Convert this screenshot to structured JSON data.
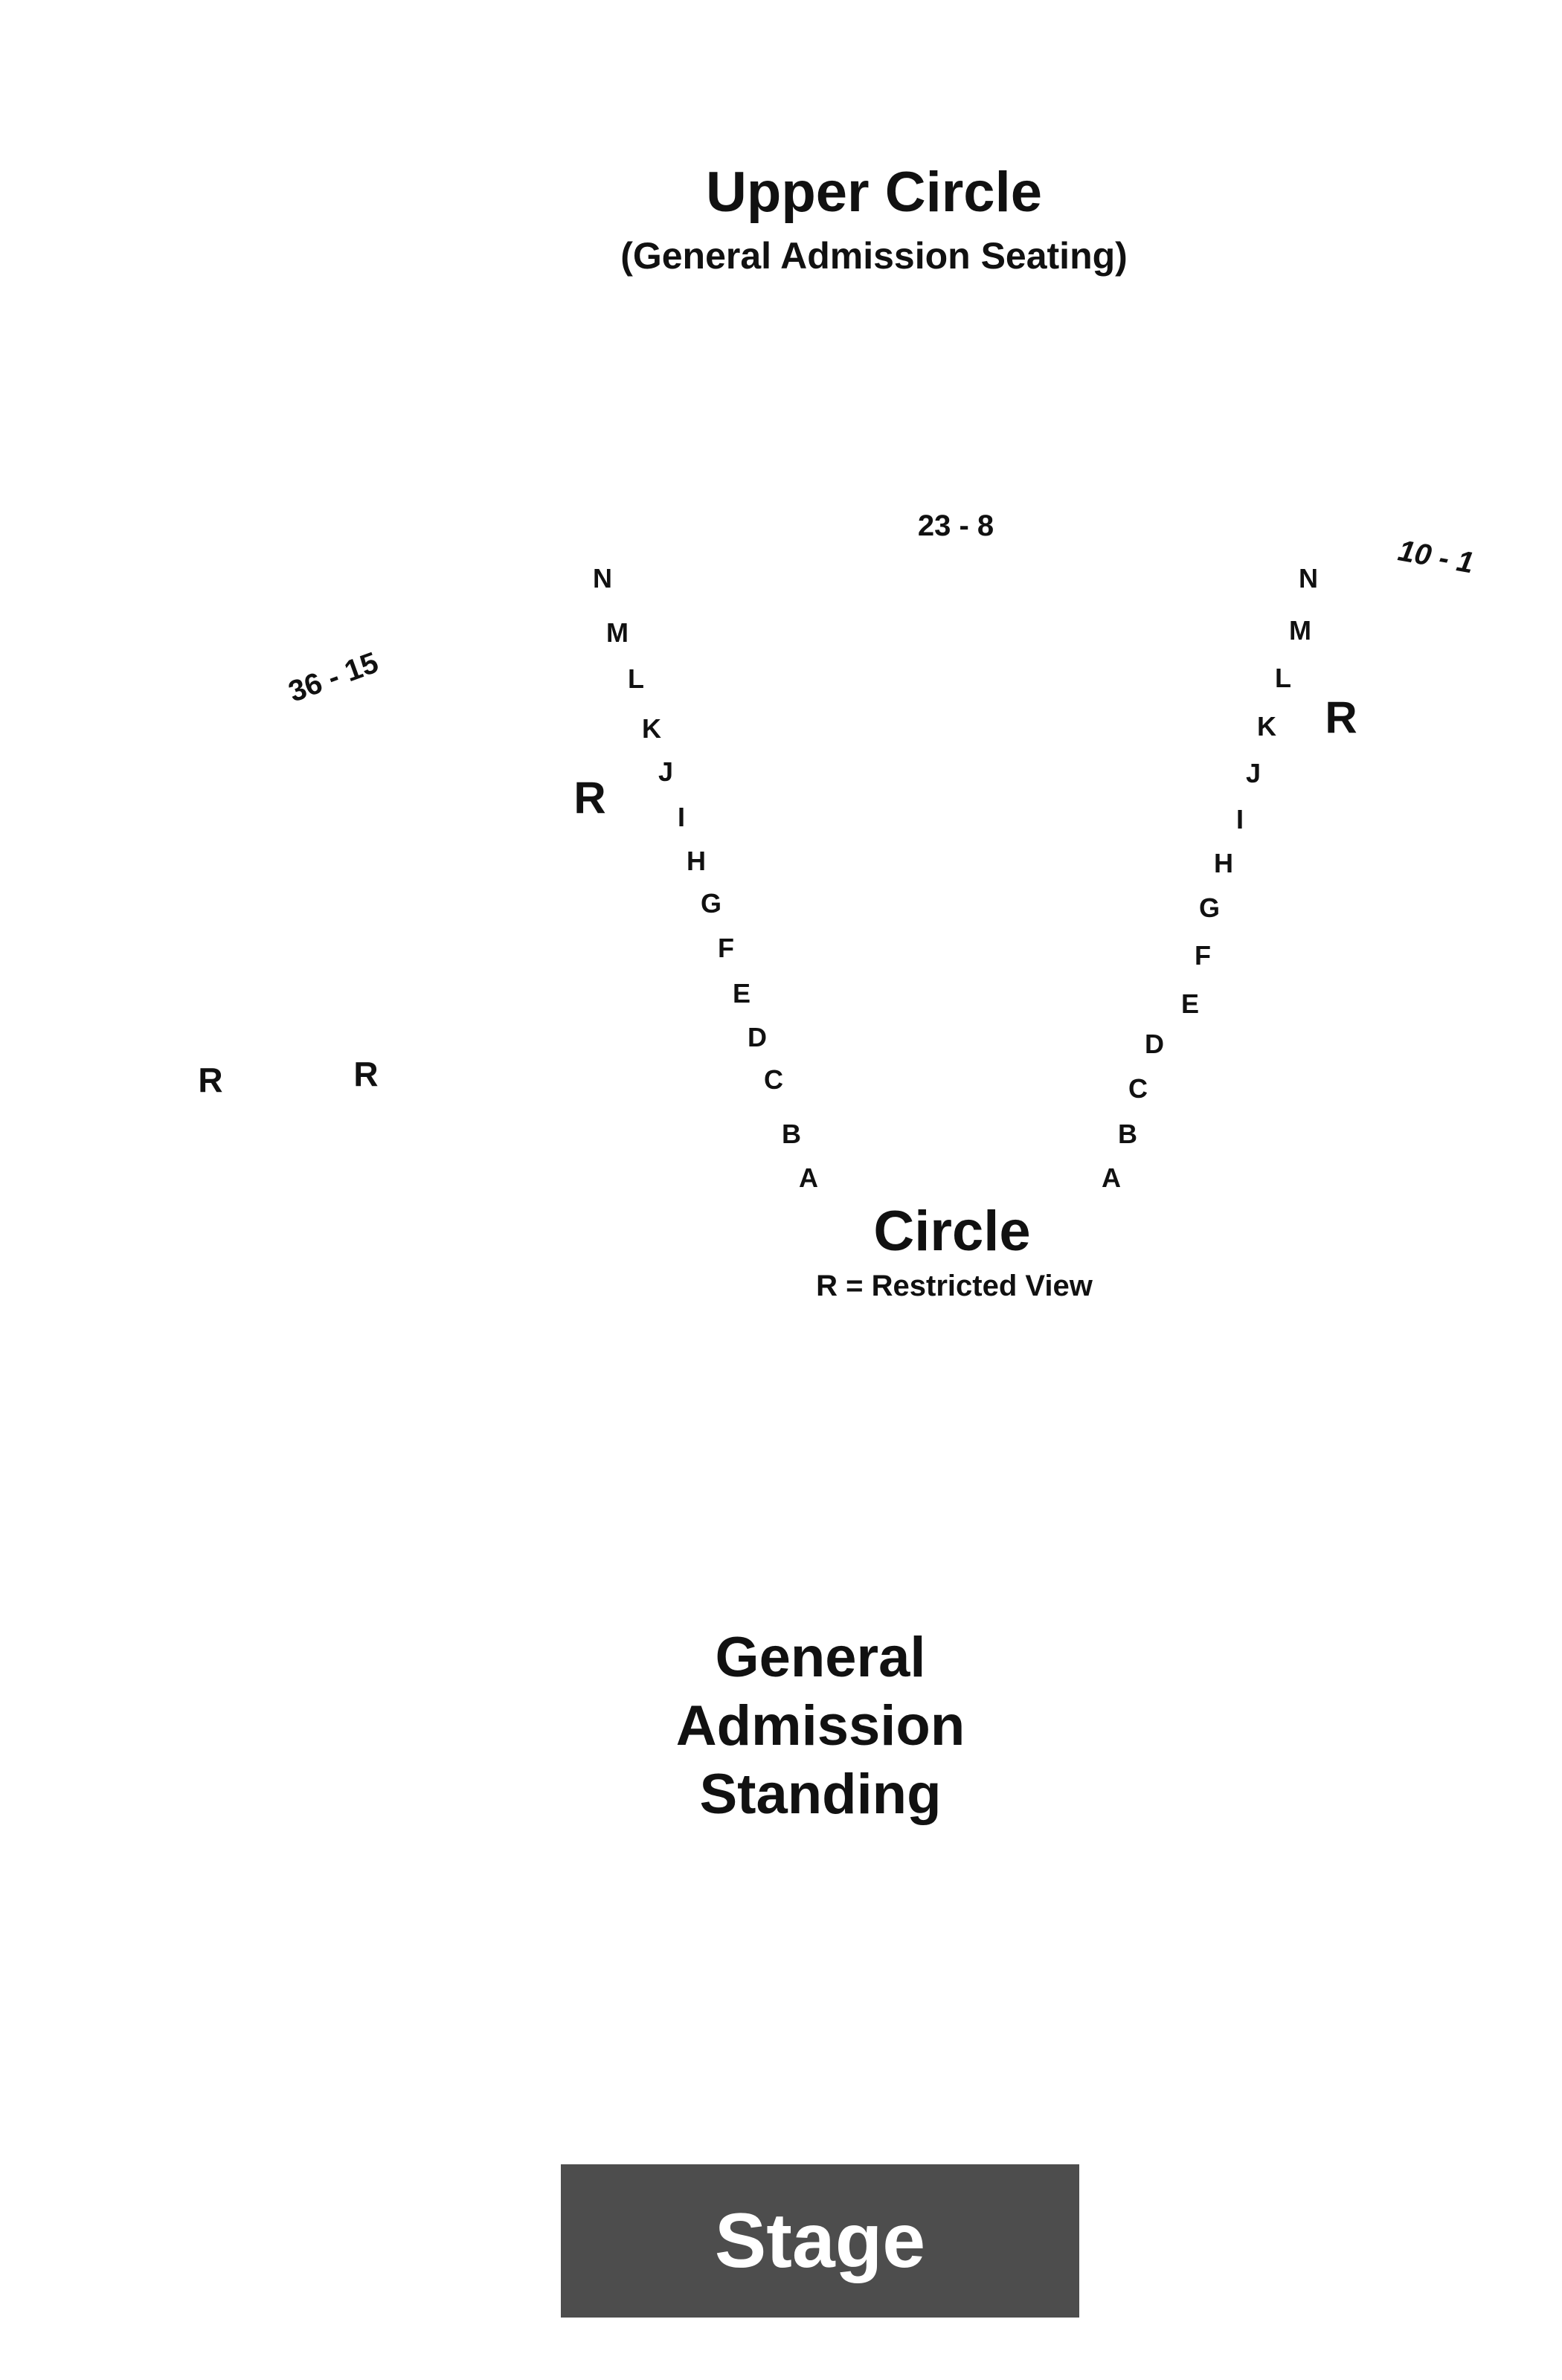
{
  "upper_circle": {
    "title": "Upper Circle",
    "subtitle": "(General Admission Seating)"
  },
  "circle": {
    "title": "Circle",
    "legend": "R = Restricted View",
    "seat_range_center": "23 - 8",
    "seat_range_left": "36 - 15",
    "seat_range_right": "10 - 1",
    "left_rows": [
      "N",
      "M",
      "L",
      "K",
      "J",
      "I",
      "H",
      "G",
      "F",
      "E",
      "D",
      "C",
      "B",
      "A"
    ],
    "right_rows": [
      "N",
      "M",
      "L",
      "K",
      "J",
      "I",
      "H",
      "G",
      "F",
      "E",
      "D",
      "C",
      "B",
      "A"
    ],
    "restricted_marks": [
      "R",
      "R",
      "R",
      "R"
    ]
  },
  "standing": {
    "line1": "General",
    "line2": "Admission",
    "line3": "Standing"
  },
  "stage": {
    "label": "Stage"
  }
}
